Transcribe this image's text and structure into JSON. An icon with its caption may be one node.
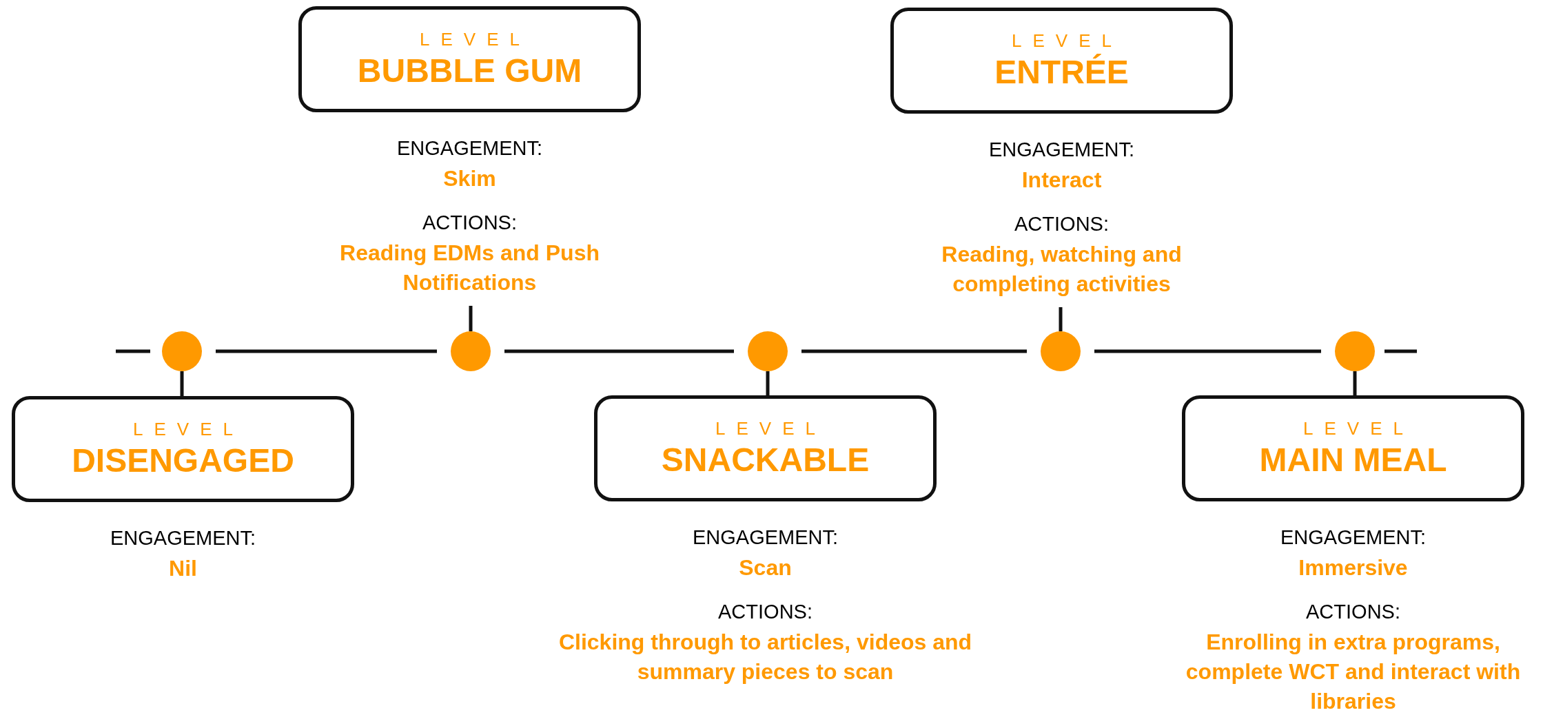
{
  "diagram": {
    "nodes": [
      {
        "text": [],
        "shape": "circle"
      },
      {
        "text": [],
        "shape": "circle"
      },
      {
        "text": [],
        "shape": "circle"
      },
      {
        "text": [],
        "shape": "circle"
      },
      {
        "text": [],
        "shape": "circle"
      },
      {
        "text": [
          "LEVEL",
          "DISENGAGED"
        ],
        "beside": [
          "ENGAGEMENT:",
          "Nil"
        ]
      },
      {
        "text": [
          "LEVEL",
          "BUBBLE GUM"
        ],
        "beside": [
          "ENGAGEMENT:",
          "Skim",
          "ACTIONS:",
          "Reading EDMs and Push Notifications"
        ]
      },
      {
        "text": [
          "LEVEL",
          "SNACKABLE"
        ],
        "beside": [
          "ENGAGEMENT:",
          "Scan",
          "ACTIONS:",
          "Clicking through to articles, videos and summary pieces to scan"
        ]
      },
      {
        "text": [
          "LEVEL",
          "ENTRÉE"
        ],
        "beside": [
          "ENGAGEMENT:",
          "Interact",
          "ACTIONS:",
          "Reading, watching and completing activities"
        ]
      },
      {
        "text": [
          "LEVEL",
          "MAIN MEAL"
        ],
        "beside": [
          "ENGAGEMENT:",
          "Immersive",
          "ACTIONS:",
          "Enrolling in extra programs, complete WCT and interact with libraries"
        ]
      }
    ],
    "edges": [
      {
        "from": 0,
        "to": 1,
        "arrow": "none"
      },
      {
        "from": 1,
        "to": 2,
        "arrow": "none"
      },
      {
        "from": 2,
        "to": 3,
        "arrow": "none"
      },
      {
        "from": 3,
        "to": 4,
        "arrow": "none"
      },
      {
        "from": 0,
        "to": 5,
        "arrow": "none"
      },
      {
        "from": 1,
        "to": 6,
        "arrow": "none"
      },
      {
        "from": 2,
        "to": 7,
        "arrow": "none"
      },
      {
        "from": 3,
        "to": 8,
        "arrow": "none"
      },
      {
        "from": 4,
        "to": 9,
        "arrow": "none"
      }
    ]
  }
}
